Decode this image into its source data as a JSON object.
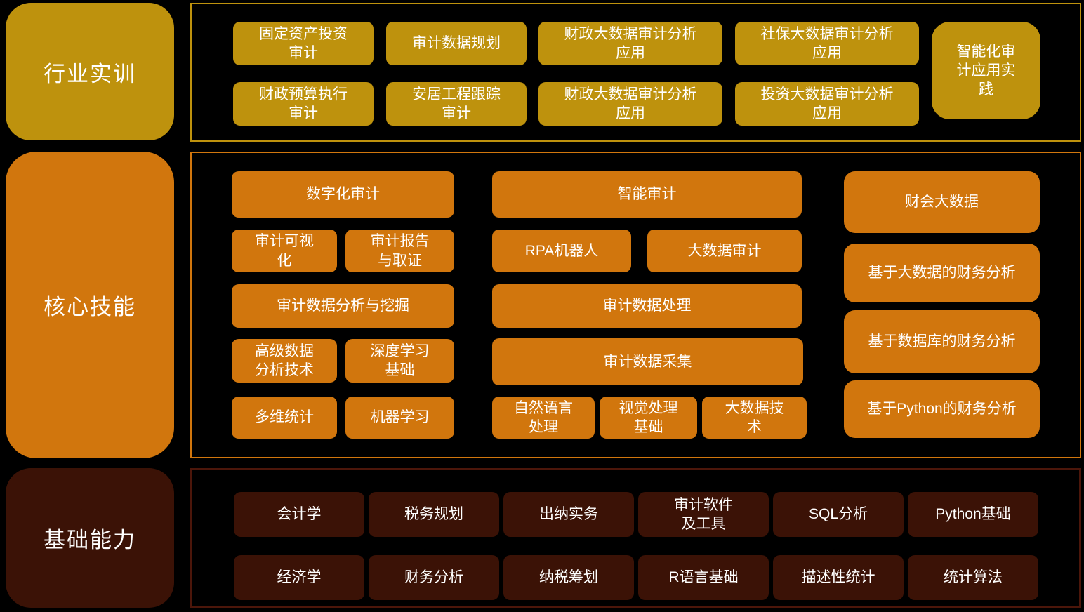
{
  "colors": {
    "background": "#000000",
    "gold": "#BE920D",
    "orange": "#D1760D",
    "maroon_fill": "#3B1206",
    "maroon_border": "#4C160A",
    "text": "#FFFFFF"
  },
  "industry": {
    "label": "行业实训",
    "row1": [
      "固定资产投资\n审计",
      "审计数据规划",
      "财政大数据审计分析\n应用",
      "社保大数据审计分析\n应用"
    ],
    "row2": [
      "财政预算执行\n审计",
      "安居工程跟踪\n审计",
      "财政大数据审计分析\n应用",
      "投资大数据审计分析\n应用"
    ],
    "tall": "智能化审\n计应用实\n践"
  },
  "core": {
    "label": "核心技能",
    "col1": {
      "wide1": "数字化审计",
      "pair1": [
        "审计可视\n化",
        "审计报告\n与取证"
      ],
      "wide2": "审计数据分析与挖掘",
      "pair2": [
        "高级数据\n分析技术",
        "深度学习\n基础"
      ],
      "pair3": [
        "多维统计",
        "机器学习"
      ]
    },
    "col2": {
      "wide1": "智能审计",
      "pair1": [
        "RPA机器人",
        "大数据审计"
      ],
      "wide2": "审计数据处理",
      "wide3": "审计数据采集",
      "triple": [
        "自然语言\n处理",
        "视觉处理\n基础",
        "大数据技\n术"
      ]
    },
    "col3": [
      "财会大数据",
      "基于大数据的财务分析",
      "基于数据库的财务分析",
      "基于Python的财务分析"
    ]
  },
  "foundation": {
    "label": "基础能力",
    "row1": [
      "会计学",
      "税务规划",
      "出纳实务",
      "审计软件\n及工具",
      "SQL分析",
      "Python基础"
    ],
    "row2": [
      "经济学",
      "财务分析",
      "纳税筹划",
      "R语言基础",
      "描述性统计",
      "统计算法"
    ]
  }
}
